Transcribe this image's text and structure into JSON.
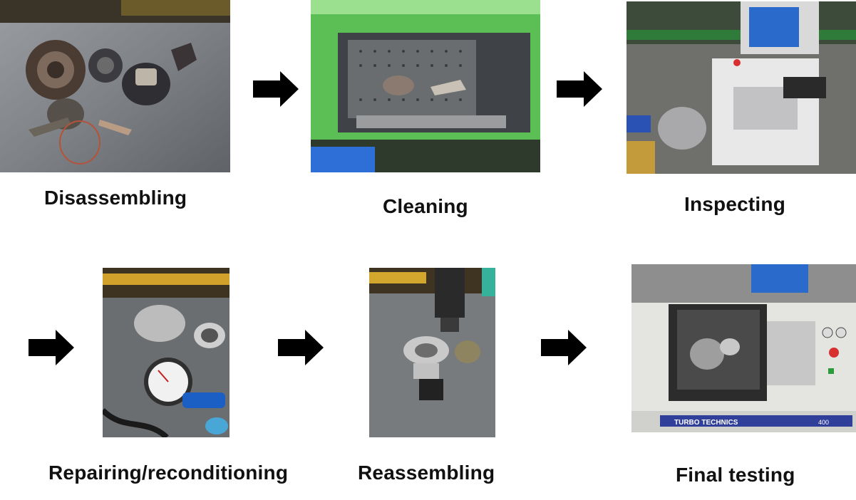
{
  "colors": {
    "arrow": "#000000",
    "label_text": "#111111",
    "cabinet_green": "#5bbf55",
    "steel_surface": "#8a8d90"
  },
  "steps": [
    {
      "label": "Disassembling",
      "photo": "disassembled-turbo-parts"
    },
    {
      "label": "Cleaning",
      "photo": "cleaning-cabinet"
    },
    {
      "label": "Inspecting",
      "photo": "balancing-machine"
    },
    {
      "label": "Repairing/reconditioning",
      "photo": "pressure-gauge-test"
    },
    {
      "label": "Reassembling",
      "photo": "cartridge-reassembly"
    },
    {
      "label": "Final testing",
      "photo": "turbo-technics-tester"
    }
  ],
  "photo_text": {
    "tester_brand": "TURBO TECHNICS",
    "tester_model": "400"
  },
  "arrow_icon": "right-arrow-icon"
}
